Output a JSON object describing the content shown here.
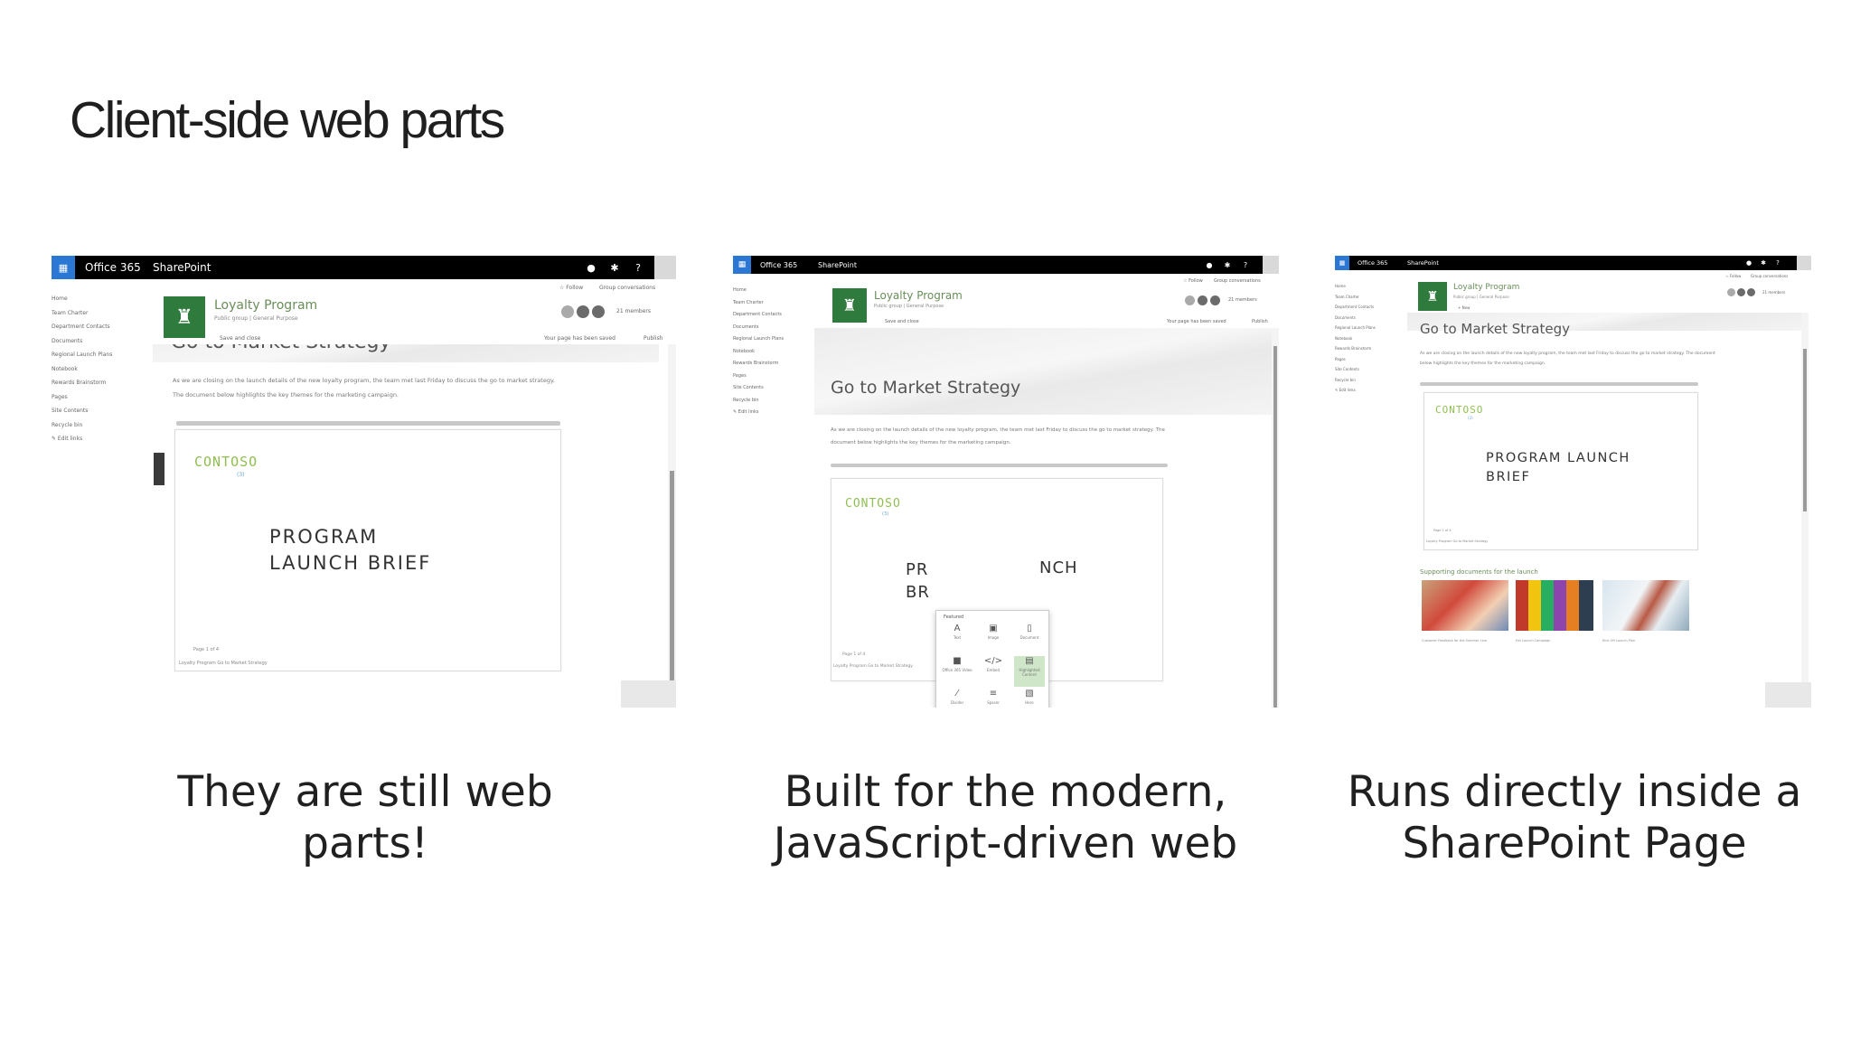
{
  "slide": {
    "title": "Client-side web parts"
  },
  "captions": [
    "They are still web parts!",
    "Built for the modern, JavaScript-driven web",
    "Runs directly inside a SharePoint Page"
  ],
  "sharepoint": {
    "suite": "Office 365",
    "app": "SharePoint",
    "site_title": "Loyalty Program",
    "site_subtitle": "Public group | General Purpose",
    "follow": "☆ Follow",
    "group_conversations": "Group conversations",
    "members": "21 members",
    "save_and_close": "Save and close",
    "saved_status": "Your page has been saved",
    "publish": "Publish",
    "new": "+ New",
    "page_heading": "Go to Market Strategy",
    "body_text": "As we are closing on the launch details of the new loyalty program, the team met last Friday to discuss the go to market strategy. The document below highlights the key themes for the marketing campaign.",
    "contoso": "CONTOSO",
    "contoso_sub": "(3)",
    "brief_title": "PROGRAM LAUNCH BRIEF",
    "doc_footer": "Loyalty Program Go to Market Strategy",
    "page_count": "Page 1 of 4",
    "supporting_docs": "Supporting documents for the launch",
    "nav": [
      "Home",
      "Team Charter",
      "Department Contacts",
      "Documents",
      "Regional Launch Plans",
      "Notebook",
      "Rewards Brainstorm",
      "Pages",
      "Site Contents",
      "Recycle bin",
      "✎ Edit links"
    ],
    "toolbox": {
      "title": "Featured",
      "items": [
        "Text",
        "Image",
        "Document",
        "Office 365 Video",
        "Embed",
        "Highlighted Content",
        "Divider",
        "Spacer",
        "Hero"
      ]
    },
    "doc_cards": [
      "Customer Feedback for the Summer Line",
      "Fall Launch Campaign",
      "Kick-Off Launch Plan"
    ]
  },
  "colors": {
    "suite_bar": "#000000",
    "waffle": "#2b78d4",
    "site_logo": "#2f7a3d",
    "contoso": "#8fbf50"
  }
}
